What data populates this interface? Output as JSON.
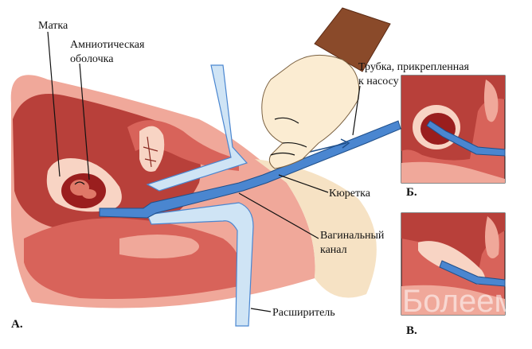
{
  "labels": {
    "uterus": "Матка",
    "amniotic_line1": "Амниотическая",
    "amniotic_line2": "оболочка",
    "tube_line1": "Трубка, прикрепленная",
    "tube_line2": "к насосу",
    "curette": "Кюретка",
    "vaginal_line1": "Вагинальный",
    "vaginal_line2": "канал",
    "dilator": "Расширитель"
  },
  "panels": {
    "a": "А.",
    "b": "Б.",
    "v": "В."
  },
  "watermark": "Болеем",
  "colors": {
    "tissue_dark": "#b8403a",
    "tissue_mid": "#d8635a",
    "tissue_light": "#f0a89a",
    "tissue_pale": "#f8d4c4",
    "skin": "#f6e2c4",
    "glove": "#fbecd2",
    "sleeve": "#8a4a2a",
    "instrument_blue": "#4a86d0",
    "instrument_light": "#cfe4f5"
  },
  "icons": [
    "hand-glove-illustration",
    "fetus-illustration"
  ]
}
